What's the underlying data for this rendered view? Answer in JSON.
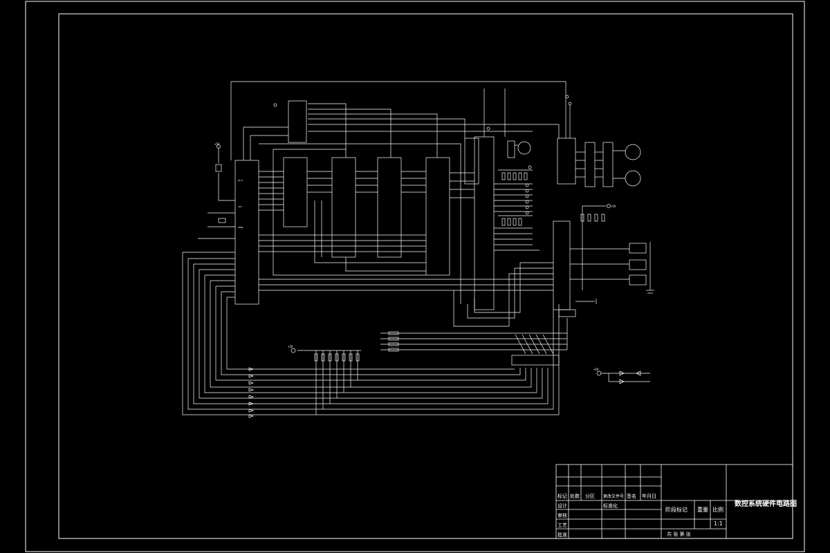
{
  "drawing": {
    "title": "数控系统硬件电路图",
    "scale": "1:1",
    "background": "#000000",
    "line_color": "#ffffff"
  },
  "title_block": {
    "row_labels": [
      "标记",
      "处数",
      "分区",
      "更改文件号",
      "签名",
      "年月日"
    ],
    "designer_label": "设计",
    "checker_label": "审核",
    "craft_label": "工艺",
    "standard_label": "标准化",
    "approve_label": "批准",
    "stage_label": "阶段标记",
    "weight_label": "重量",
    "scale_label": "比例",
    "sheet_label": "共 张 第 张"
  },
  "labels": {
    "plus5v_left": "+5V",
    "plus5v_right": "+5V",
    "plus5v_bottom": "+5V",
    "plus5v_br": "+5V"
  }
}
